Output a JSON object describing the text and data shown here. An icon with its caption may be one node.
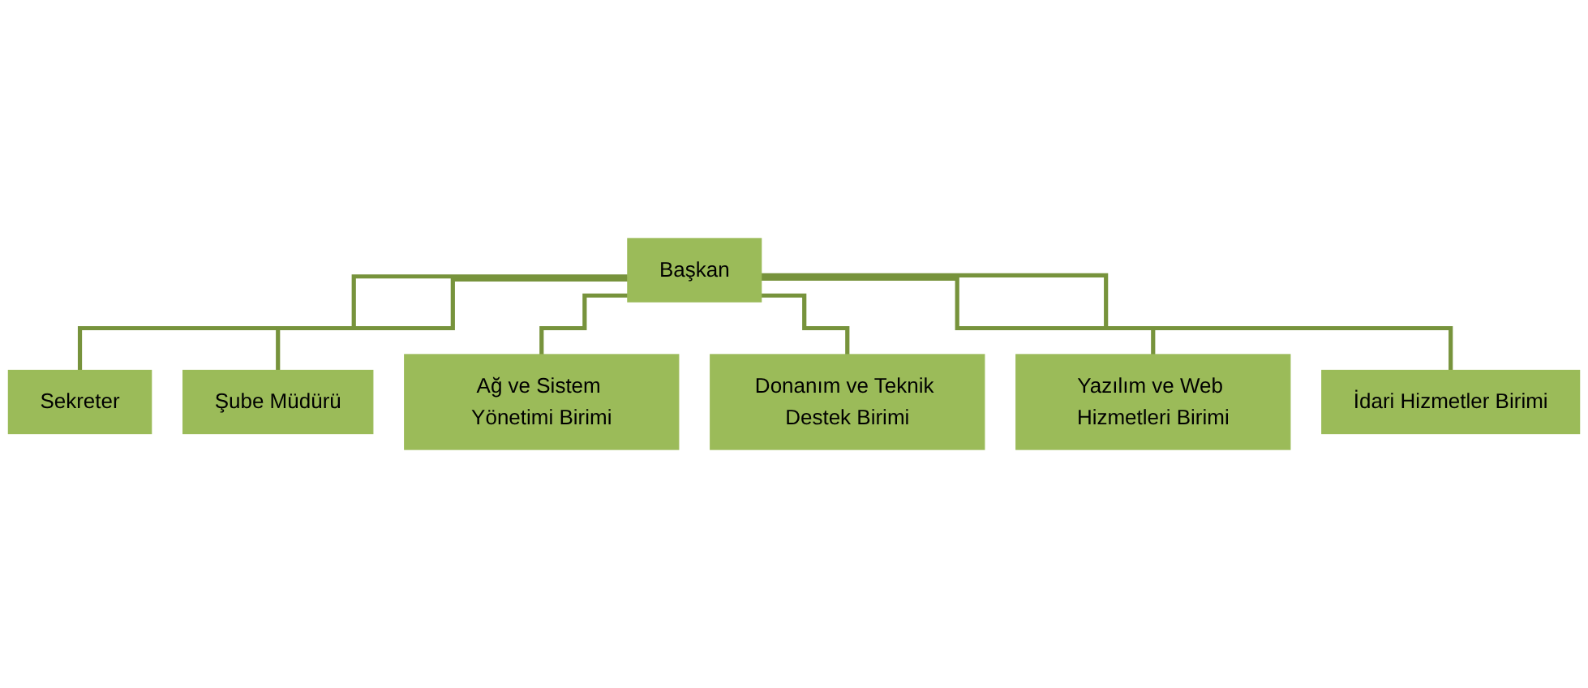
{
  "diagram": {
    "nodes": [
      {
        "text": [
          "Başkan"
        ]
      },
      {
        "text": [
          "Sekreter"
        ]
      },
      {
        "text": [
          "Şube Müdürü"
        ]
      },
      {
        "text": [
          "Ağ ve Sistem Yönetimi Birimi"
        ]
      },
      {
        "text": [
          "Donanım ve Teknik Destek Birimi"
        ]
      },
      {
        "text": [
          "Yazılım ve Web Hizmetleri Birimi"
        ]
      },
      {
        "text": [
          "İdari Hizmetler Birimi"
        ]
      }
    ],
    "edges": [
      {
        "from": 0,
        "to": 1,
        "arrow": "none"
      },
      {
        "from": 0,
        "to": 2,
        "arrow": "none"
      },
      {
        "from": 0,
        "to": 3,
        "arrow": "none"
      },
      {
        "from": 0,
        "to": 4,
        "arrow": "none"
      },
      {
        "from": 0,
        "to": 5,
        "arrow": "none"
      },
      {
        "from": 0,
        "to": 6,
        "arrow": "none"
      }
    ]
  }
}
